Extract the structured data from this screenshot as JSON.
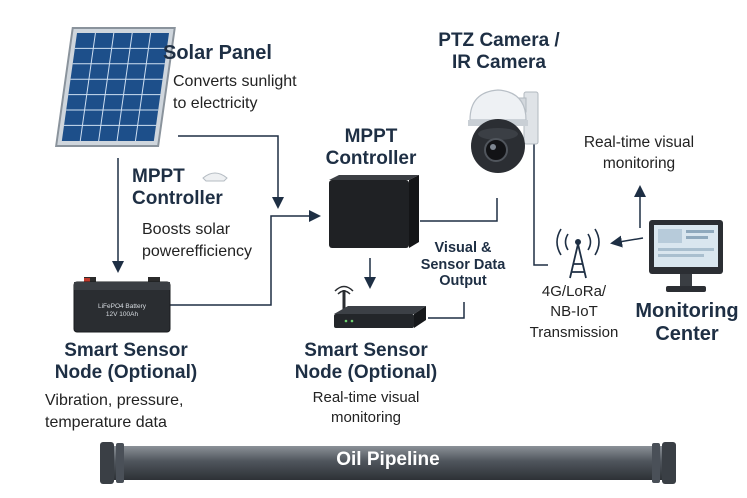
{
  "solar_panel": {
    "title": "Solar Panel",
    "desc_line1": "Converts sunlight",
    "desc_line2": "to electricity"
  },
  "mppt_left": {
    "title_line1": "MPPT",
    "title_line2": "Controller",
    "desc_line1": "Boosts solar",
    "desc_line2": "powerefficiency"
  },
  "battery": {
    "label_line1": "LiFePO4 Battery",
    "label_line2": "12V 100Ah"
  },
  "sensor_left": {
    "title_line1": "Smart Sensor",
    "title_line2": "Node (Optional)",
    "desc_line1": "Vibration, pressure,",
    "desc_line2": "temperature data"
  },
  "mppt_center": {
    "title_line1": "MPPT",
    "title_line2": "Controller"
  },
  "sensor_center": {
    "title_line1": "Smart Sensor",
    "title_line2": "Node (Optional)",
    "desc_line1": "Real-time visual",
    "desc_line2": "monitoring"
  },
  "output": {
    "line1": "Visual &",
    "line2": "Sensor Data",
    "line3": "Output"
  },
  "camera": {
    "title_line1": "PTZ Camera /",
    "title_line2": "IR Camera"
  },
  "realtime": {
    "line1": "Real-time visual",
    "line2": "monitoring"
  },
  "transmission": {
    "line1": "4G/LoRa/",
    "line2": "NB-IoT",
    "line3": "Transmission"
  },
  "monitoring_center": {
    "line1": "Monitoring",
    "line2": "Center"
  },
  "pipeline": {
    "label": "Oil Pipeline"
  },
  "colors": {
    "line": "#1e2f44",
    "title": "#1e2f44",
    "panel_blue": "#1d4f8a",
    "pipe": "#4a5058",
    "screen": "#d9e6ef"
  }
}
